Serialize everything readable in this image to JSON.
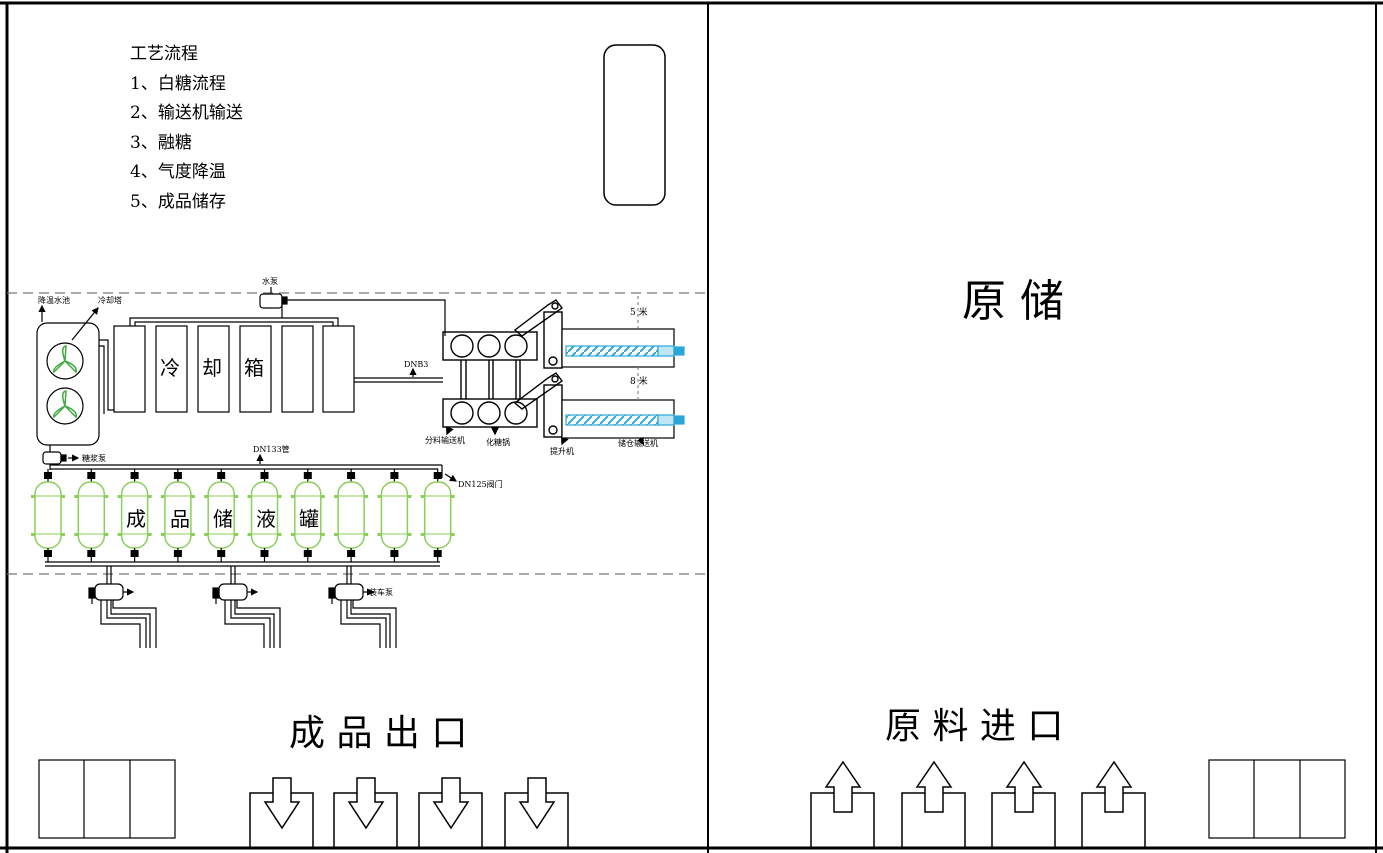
{
  "process": {
    "title": "工艺流程",
    "steps": [
      "1、白糖流程",
      "2、输送机输送",
      "3、融糖",
      "4、气度降温",
      "5、成品储存"
    ]
  },
  "labels": {
    "water_pump": "水泵",
    "cooling_pool": "降温水池",
    "cooling_tower": "冷却塔",
    "cool1": "冷",
    "cool2": "却",
    "cool3": "箱",
    "dnb3": "DNB3",
    "dist_5": "5 米",
    "dist_8": "8 米",
    "distrib_conveyor": "分料输送机",
    "melt_pot": "化糖锅",
    "elevator": "提升机",
    "storage_conveyor": "储仓输送机",
    "syrup_pump": "糖浆泵",
    "dn133": "DN133管",
    "dn125": "DN125阀门",
    "tank1": "成",
    "tank2": "品",
    "tank3": "储",
    "tank4": "液",
    "tank5": "罐",
    "loading_pump": "装车泵",
    "raw_storage": "原 储",
    "product_exit": "成 品 出 口",
    "raw_entry": "原 料 进 口"
  }
}
